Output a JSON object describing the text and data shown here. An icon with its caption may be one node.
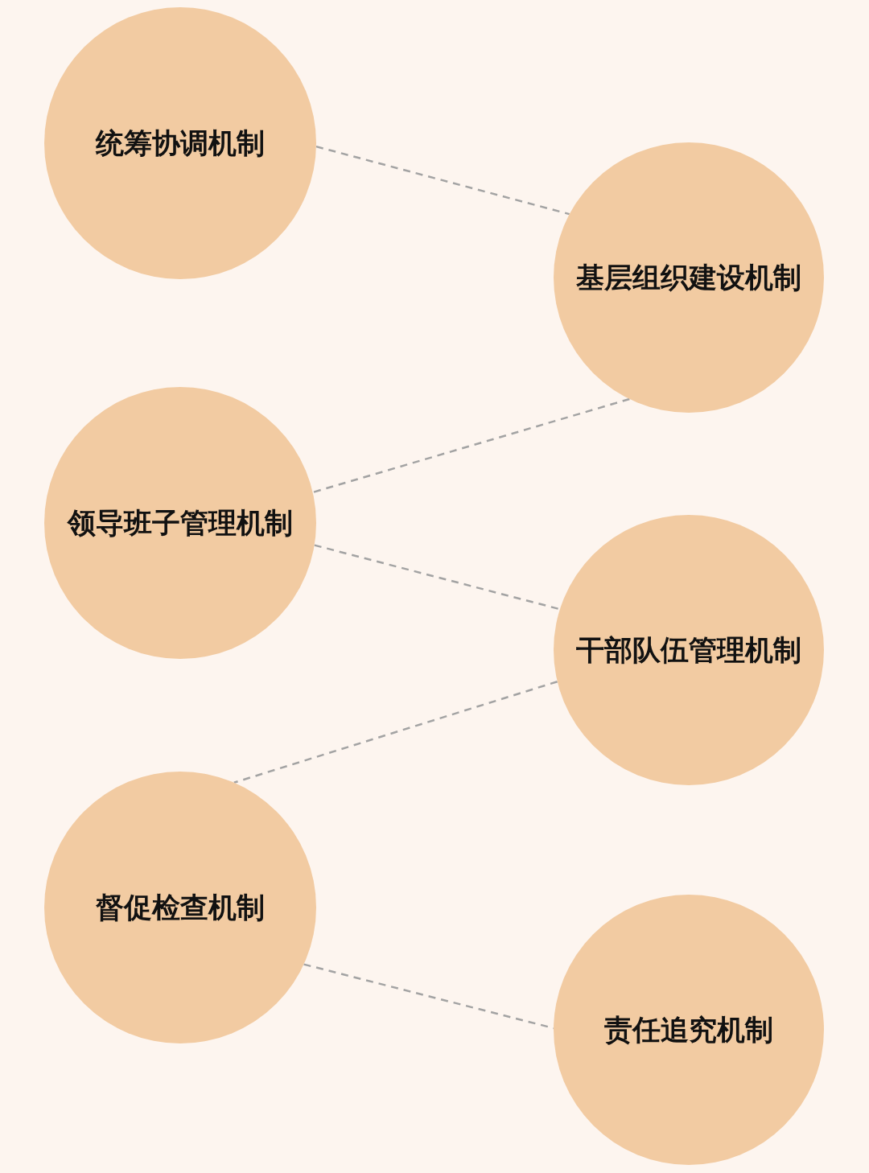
{
  "diagram": {
    "nodes": [
      {
        "text": [
          "统筹协调机制"
        ]
      },
      {
        "text": [
          "基层组织建设机制"
        ]
      },
      {
        "text": [
          "领导班子管理机制"
        ]
      },
      {
        "text": [
          "干部队伍管理机制"
        ]
      },
      {
        "text": [
          "督促检查机制"
        ]
      },
      {
        "text": [
          "责任追究机制"
        ]
      }
    ],
    "edges": [
      {
        "from": 0,
        "to": 1,
        "arrow": "none",
        "style": "dashed"
      },
      {
        "from": 1,
        "to": 2,
        "arrow": "none",
        "style": "dashed"
      },
      {
        "from": 2,
        "to": 3,
        "arrow": "none",
        "style": "dashed"
      },
      {
        "from": 3,
        "to": 4,
        "arrow": "none",
        "style": "dashed"
      },
      {
        "from": 4,
        "to": 5,
        "arrow": "none",
        "style": "dashed"
      }
    ]
  }
}
